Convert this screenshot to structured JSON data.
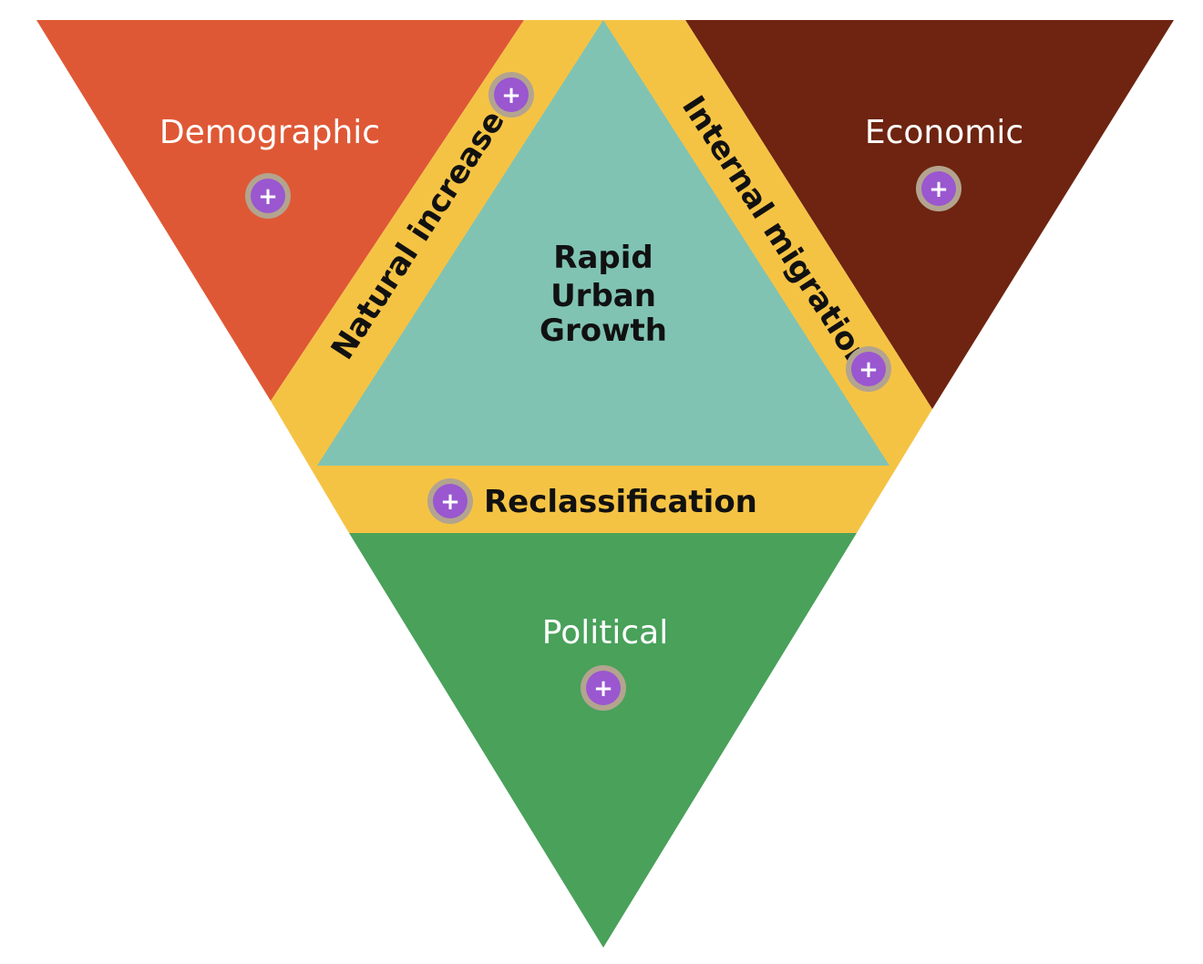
{
  "diagram": {
    "center": {
      "lines": [
        "Rapid",
        "Urban",
        "Growth"
      ]
    },
    "factors": {
      "demographic": {
        "label": "Demographic"
      },
      "economic": {
        "label": "Economic"
      },
      "political": {
        "label": "Political"
      }
    },
    "bands": {
      "natural_increase": {
        "label": "Natural increase"
      },
      "internal_migration": {
        "label": "Internal migration"
      },
      "reclassification": {
        "label": "Reclassification"
      }
    },
    "hotspot_symbol": "+",
    "colors": {
      "demographic": "#df5835",
      "economic": "#6e2410",
      "political": "#49a15a",
      "band": "#f5c344",
      "center": "#80c3b3",
      "hotspot": "#9a57cf",
      "hotspot_ring": "#b3a48f"
    }
  }
}
